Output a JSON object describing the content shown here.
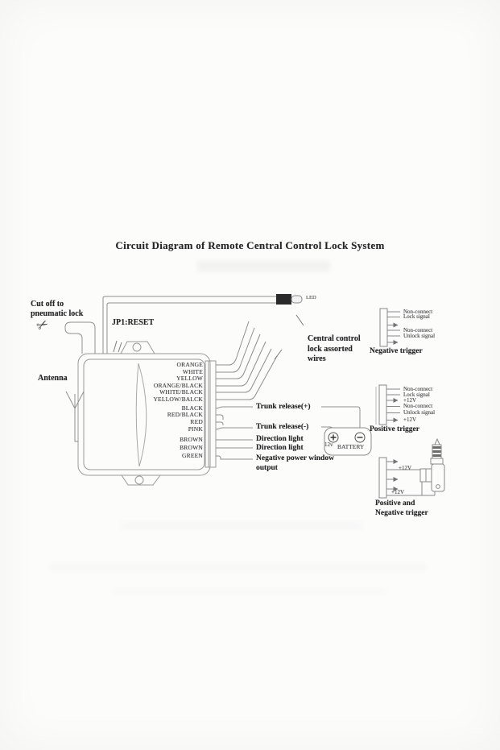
{
  "page": {
    "title": "Circuit Diagram of Remote Central Control Lock System"
  },
  "annotations": {
    "cut_off_line1": "Cut off to",
    "cut_off_line2": "pneumatic lock",
    "jp1": "JP1:RESET",
    "antenna": "Antenna",
    "led": "LED",
    "central_wires_line1": "Central control",
    "central_wires_line2": "lock assorted",
    "central_wires_line3": "wires"
  },
  "icons": {
    "scissors": "✂"
  },
  "control_box": {
    "wire_labels": [
      "ORANGE",
      "WHITE",
      "YELLOW",
      "ORANGE/BLACK",
      "WHITE/BLACK",
      "YELLOW/BALCK",
      "BLACK",
      "RED/BLACK",
      "RED",
      "PINK",
      "BROWN",
      "BROWN",
      "GREEN"
    ]
  },
  "outputs": {
    "trunk_plus": "Trunk release(+)",
    "trunk_minus": "Trunk release(-)",
    "direction1": "Direction light",
    "direction2": "Direction light",
    "neg_window_line1": "Negative power window",
    "neg_window_line2": "output"
  },
  "battery": {
    "voltage": "12v",
    "label": "BATTERY"
  },
  "negative_trigger": {
    "title": "Negative trigger",
    "pins": [
      "Non-connect",
      "Lock signal",
      "",
      "Non-connect",
      "Unlock signal",
      ""
    ]
  },
  "positive_trigger": {
    "title": "Positive trigger",
    "pins": [
      "Non-connect",
      "Lock signal",
      "+12V",
      "Non-connect",
      "Unlock signal",
      "+12V"
    ]
  },
  "pos_neg_trigger": {
    "title_line1": "Positive and",
    "title_line2": "Negative trigger",
    "v12_a": "+12V",
    "v12_b": "+12V"
  }
}
